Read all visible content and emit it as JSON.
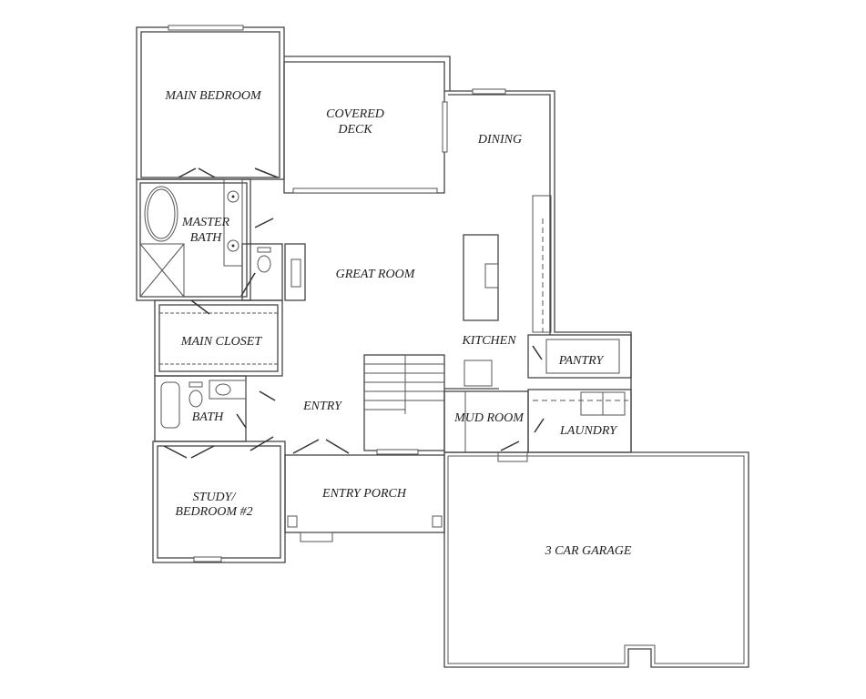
{
  "floor_plan": {
    "rooms": {
      "main_bedroom": "MAIN BEDROOM",
      "covered_deck_1": "COVERED",
      "covered_deck_2": "DECK",
      "dining": "DINING",
      "master_bath_1": "MASTER",
      "master_bath_2": "BATH",
      "great_room": "GREAT ROOM",
      "main_closet": "MAIN CLOSET",
      "kitchen": "KITCHEN",
      "pantry": "PANTRY",
      "entry": "ENTRY",
      "bath": "BATH",
      "mud_room": "MUD ROOM",
      "laundry": "LAUNDRY",
      "study_1": "STUDY/",
      "study_2": "BEDROOM #2",
      "entry_porch": "ENTRY PORCH",
      "garage": "3 CAR GARAGE"
    }
  }
}
